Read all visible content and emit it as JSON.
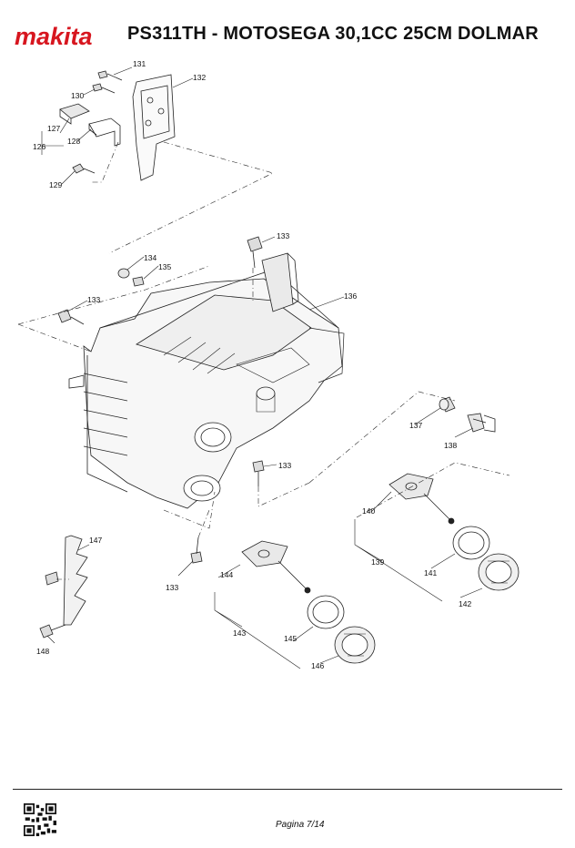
{
  "header": {
    "brand": "makita",
    "title": "PS311TH - MOTOSEGA 30,1CC  25CM DOLMAR",
    "brand_color": "#d7161f"
  },
  "parts": {
    "p126": "126",
    "p127": "127",
    "p128": "128",
    "p129": "129",
    "p130": "130",
    "p131": "131",
    "p132": "132",
    "p133a": "133",
    "p133b": "133",
    "p133c": "133",
    "p133d": "133",
    "p134": "134",
    "p135": "135",
    "p136": "136",
    "p137": "137",
    "p138": "138",
    "p139": "139",
    "p140": "140",
    "p141": "141",
    "p142": "142",
    "p143": "143",
    "p144": "144",
    "p145": "145",
    "p146": "146",
    "p147": "147",
    "p148": "148"
  },
  "footer": {
    "page": "Pagina 7/14",
    "qr_icon": "qr-code-icon"
  }
}
